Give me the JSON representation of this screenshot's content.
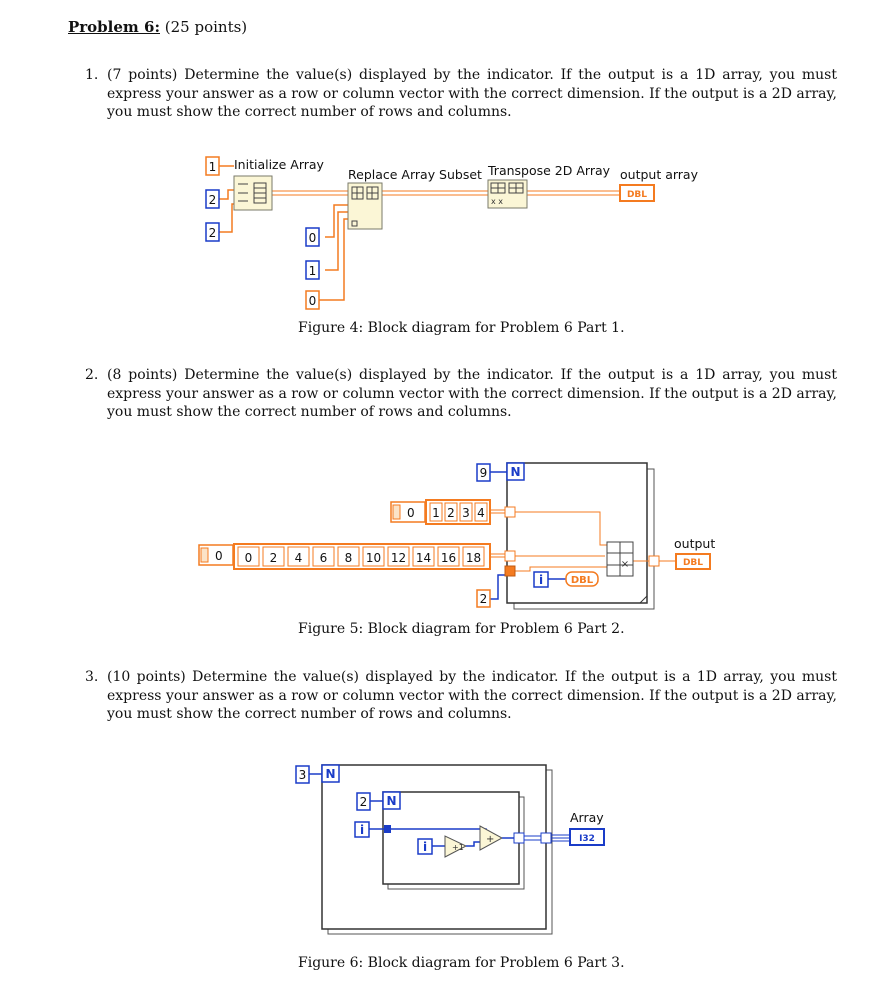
{
  "heading": {
    "title": "Problem 6:",
    "points": "(25 points)"
  },
  "questions": [
    {
      "num": "1.",
      "text": "(7 points) Determine the value(s) displayed by the indicator. If the output is a 1D array, you must express your answer as a row or column vector with the correct dimension. If the output is a 2D array, you must show the correct number of rows and columns."
    },
    {
      "num": "2.",
      "text": "(8 points) Determine the value(s) displayed by the indicator. If the output is a 1D array, you must express your answer as a row or column vector with the correct dimension. If the output is a 2D array, you must show the correct number of rows and columns."
    },
    {
      "num": "3.",
      "text": "(10 points) Determine the value(s) displayed by the indicator. If the output is a 1D array, you must express your answer as a row or column vector with the correct dimension. If the output is a 2D array, you must show the correct number of rows and columns."
    }
  ],
  "figure4": {
    "caption": "Figure 4: Block diagram for Problem 6 Part 1.",
    "init_array_label": "Initialize Array",
    "replace_label": "Replace Array Subset",
    "transpose_label": "Transpose 2D Array",
    "output_label": "output array",
    "indicator_type": "DBL",
    "const_element": "1",
    "const_dim1": "2",
    "const_dim2": "2",
    "const_index_row": "0",
    "const_index_col": "1",
    "const_new_element": "0"
  },
  "figure5": {
    "caption": "Figure 5: Block diagram for Problem 6 Part 2.",
    "loop_count": "9",
    "loop_n": "N",
    "array1_index": "0",
    "array1_values": [
      "1",
      "2",
      "3",
      "4"
    ],
    "array2_index": "0",
    "array2_values": [
      "0",
      "2",
      "4",
      "6",
      "8",
      "10",
      "12",
      "14",
      "16",
      "18"
    ],
    "const_2": "2",
    "iter_label": "i",
    "dbl_label": "DBL",
    "output_label": "output",
    "indicator_type": "DBL"
  },
  "figure6": {
    "caption": "Figure 6: Block diagram for Problem 6 Part 3.",
    "outer_count": "3",
    "inner_count": "2",
    "loop_n": "N",
    "iter_label": "i",
    "inc_label": "+1",
    "add_label": "+",
    "output_label": "Array",
    "indicator_type": "I32"
  }
}
